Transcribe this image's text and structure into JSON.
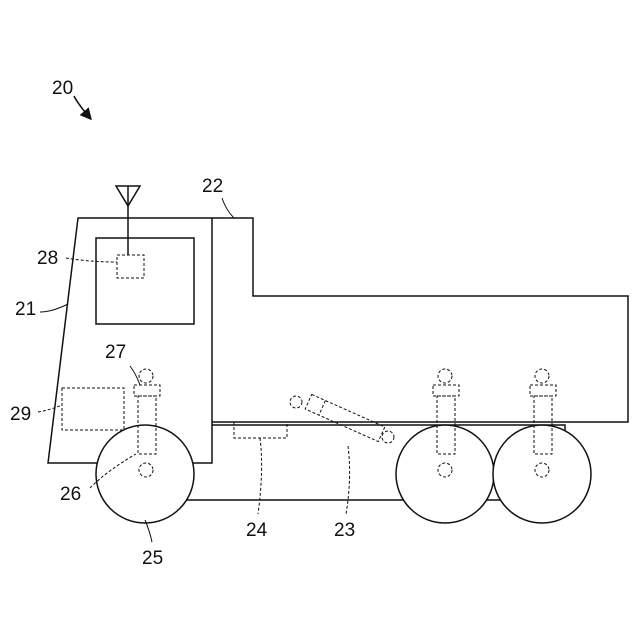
{
  "figure_label": "20",
  "labels": {
    "cab": "21",
    "bed": "22",
    "hoist_cylinder": "23",
    "frame_box": "24",
    "wheel": "25",
    "suspension": "26",
    "sensor_top": "27",
    "controller": "28",
    "cab_box": "29"
  }
}
